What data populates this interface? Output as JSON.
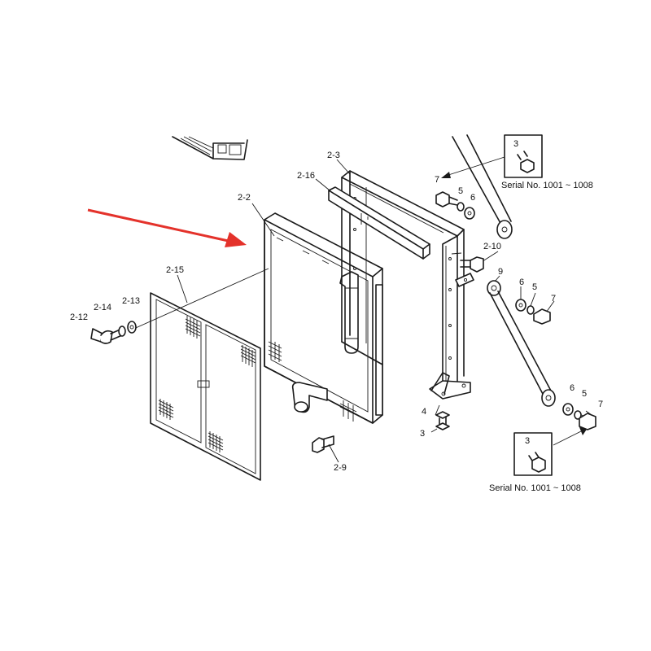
{
  "accent_color": "#e4322b",
  "labels": {
    "p2_2": "2-2",
    "p2_3": "2-3",
    "p2_16": "2-16",
    "p2_15": "2-15",
    "p2_12": "2-12",
    "p2_14": "2-14",
    "p2_13": "2-13",
    "p2_9": "2-9",
    "p2_10": "2-10",
    "p3_top": "3",
    "p3_mid": "3",
    "p3_bottom": "3",
    "p4": "4",
    "p5_top": "5",
    "p5_mid": "5",
    "p5_bottom": "5",
    "p6_top": "6",
    "p6_mid": "6",
    "p6_bottom": "6",
    "p7_top": "7",
    "p7_mid": "7",
    "p7_bottom": "7",
    "p9": "9"
  },
  "serial_top": "Serial No. 1001 ~ 1008",
  "serial_bottom": "Serial No. 1001 ~ 1008"
}
